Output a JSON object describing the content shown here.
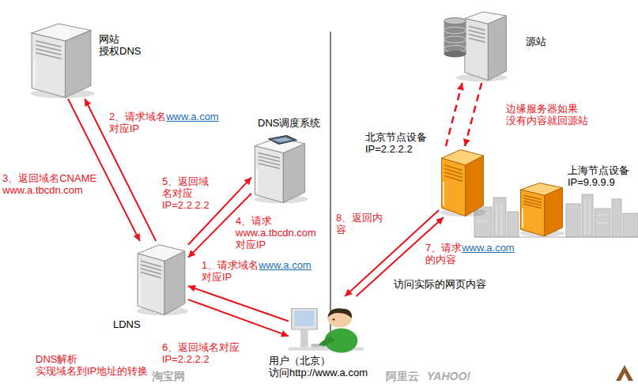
{
  "diagram": {
    "nodes": [
      {
        "text": [
          "网站 授权DNS"
        ]
      },
      {
        "text": [
          "DNS调度系统"
        ]
      },
      {
        "text": [
          "源站"
        ]
      },
      {
        "text": [
          "北京节点设备 IP=2.2.2.2"
        ]
      },
      {
        "text": [
          "上海节点设备 IP=9.9.9.9"
        ]
      },
      {
        "text": [
          "LDNS"
        ]
      },
      {
        "text": [
          "用户（北京） 访问http://www.a.com"
        ]
      }
    ],
    "edges": [
      {
        "from": 6,
        "to": 5,
        "label": "1、请求域名www.a.com 对应IP",
        "arrow": "to"
      },
      {
        "from": 5,
        "to": 0,
        "label": "2、请求域名www.a.com 对应IP",
        "arrow": "to"
      },
      {
        "from": 0,
        "to": 5,
        "label": "3、返回域名CNAME www.a.tbcdn.com",
        "arrow": "to"
      },
      {
        "from": 5,
        "to": 1,
        "label": "4、请求 www.a.tbcdn.com 对应IP",
        "arrow": "to"
      },
      {
        "from": 1,
        "to": 5,
        "label": "5、返回域 名对应 IP=2.2.2.2",
        "arrow": "to"
      },
      {
        "from": 5,
        "to": 6,
        "label": "6、返回域名对应 IP=2.2.2.2",
        "arrow": "to"
      },
      {
        "from": 6,
        "to": 3,
        "label": "7、请求www.a.com 的内容",
        "arrow": "to"
      },
      {
        "from": 3,
        "to": 6,
        "label": "8、返回内 容",
        "arrow": "to"
      },
      {
        "from": 3,
        "to": 2,
        "arrow": "to"
      },
      {
        "from": 2,
        "to": 3,
        "arrow": "to"
      }
    ],
    "labels": [
      "边缘服务器如果 没有内容就回源站",
      "访问实际的网页内容",
      "DNS解析 实现域名到IP地址的转换",
      "淘宝网",
      "阿里云",
      "YAHOO!"
    ]
  }
}
